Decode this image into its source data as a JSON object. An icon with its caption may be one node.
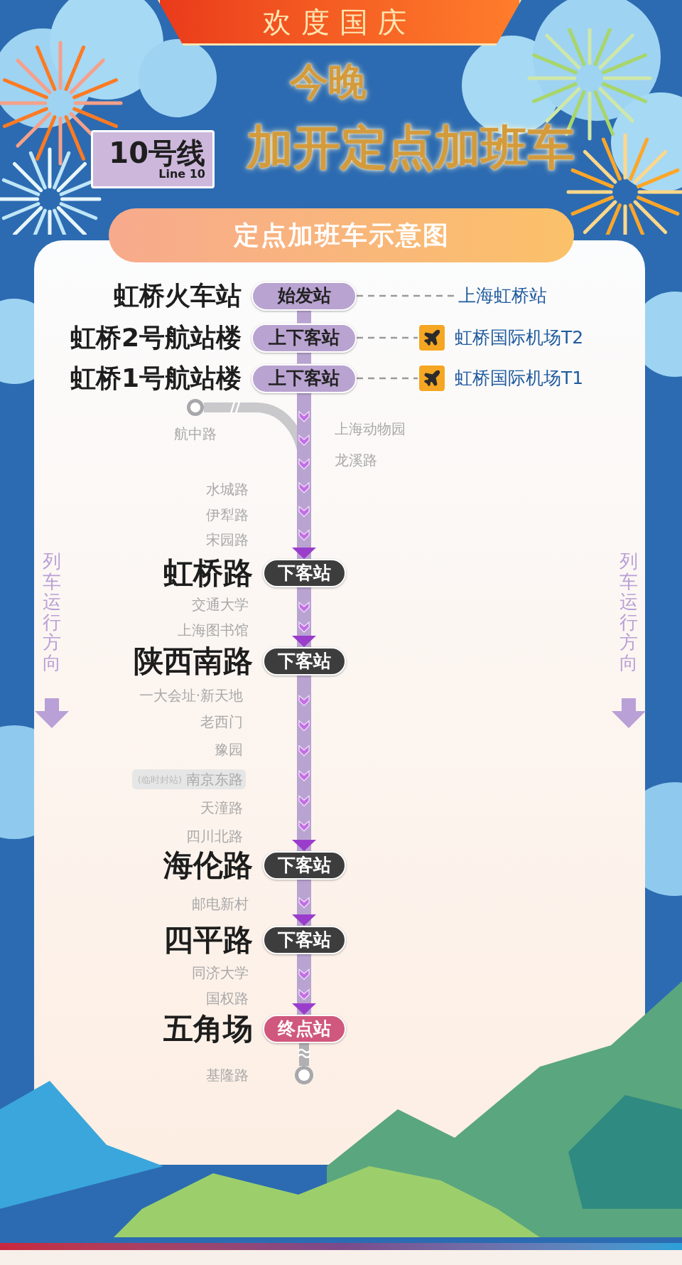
{
  "diagram": {
    "nodes": [
      {
        "text": [
          "欢度国庆"
        ]
      },
      {
        "text": [
          "10号线",
          "Line 10"
        ]
      },
      {
        "text": [
          "定点加班车示意图"
        ]
      },
      {
        "text": [
          "虹桥火车站",
          "始发站"
        ]
      },
      {
        "text": [
          "上海虹桥站"
        ]
      },
      {
        "text": [
          "虹桥2号航站楼",
          "上下客站"
        ]
      },
      {
        "text": [
          "虹桥国际机场T2"
        ]
      },
      {
        "text": [
          "虹桥1号航站楼",
          "上下客站"
        ]
      },
      {
        "text": [
          "虹桥国际机场T1"
        ]
      },
      {
        "text": [],
        "shape": "circle",
        "beside": [
          "航中路"
        ]
      },
      {
        "text": [
          "虹桥路",
          "下客站"
        ]
      },
      {
        "text": [
          "陕西南路",
          "下客站"
        ]
      },
      {
        "text": [
          "海伦路",
          "下客站"
        ]
      },
      {
        "text": [
          "四平路",
          "下客站"
        ]
      },
      {
        "text": [
          "五角场",
          "终点站"
        ]
      },
      {
        "text": [],
        "shape": "circle",
        "beside": [
          "基隆路"
        ]
      }
    ],
    "edges": [
      {
        "from": 3,
        "to": 4,
        "arrow": "none",
        "style": "dashed",
        "color": "#9a9a9a"
      },
      {
        "from": 5,
        "to": 6,
        "arrow": "none",
        "style": "dashed",
        "color": "#9a9a9a"
      },
      {
        "from": 7,
        "to": 8,
        "arrow": "none",
        "style": "dashed",
        "color": "#9a9a9a"
      },
      {
        "from": 3,
        "to": 5,
        "arrow": "none"
      },
      {
        "from": 5,
        "to": 7,
        "arrow": "none"
      },
      {
        "from": 9,
        "to": 10,
        "arrow": "none",
        "color": "#c9c9cc"
      },
      {
        "from": 7,
        "to": 10,
        "arrow": "to"
      },
      {
        "from": 10,
        "to": 11,
        "arrow": "to"
      },
      {
        "from": 11,
        "to": 12,
        "arrow": "to"
      },
      {
        "from": 12,
        "to": 13,
        "arrow": "to"
      },
      {
        "from": 13,
        "to": 14,
        "arrow": "to"
      },
      {
        "from": 14,
        "to": 15,
        "arrow": "none",
        "color": "#b0b0b4"
      }
    ],
    "labels": [
      "今晚",
      "加开定点加班车",
      "上海动物园",
      "龙溪路",
      "水城路",
      "伊犁路",
      "宋园路",
      "列车运行方向",
      "列车运行方向",
      "交通大学",
      "上海图书馆",
      "一大会址·新天地",
      "老西门",
      "豫园",
      "(临时封站)",
      "南京东路",
      "天潼路",
      "四川北路",
      "邮电新村",
      "同济大学",
      "国权路"
    ]
  }
}
